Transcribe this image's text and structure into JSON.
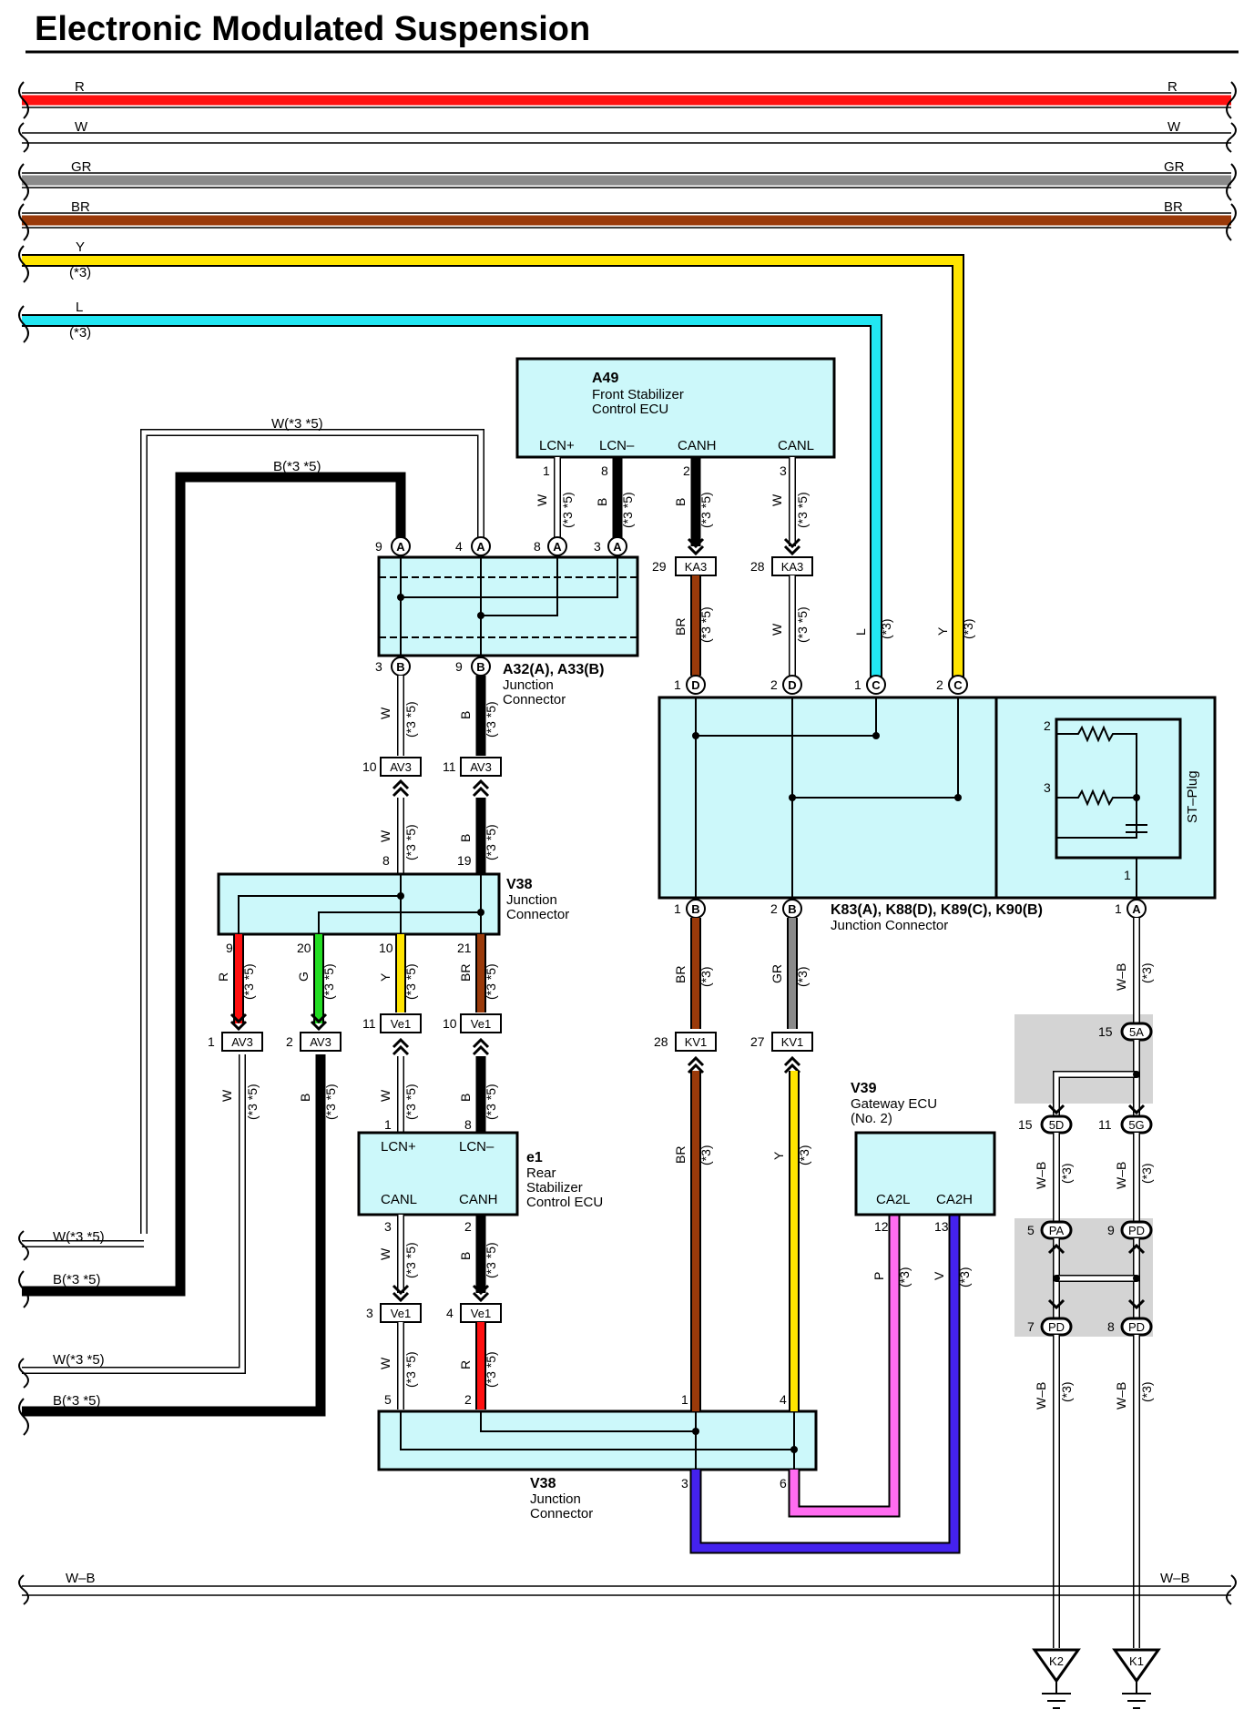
{
  "page_title": "Electronic Modulated Suspension",
  "colors": {
    "red": "#ff1010",
    "white": "#ffffff",
    "gray": "#8a8a8a",
    "brown": "#9a3a0a",
    "yellow": "#ffe400",
    "cyan": "#22e6f2",
    "black": "#000000",
    "green": "#22dd22",
    "pink": "#ff6cf0",
    "violet": "#4422ee",
    "box_fill": "#ccf8fa",
    "shade": "#d4d4d4"
  },
  "bus_wires": {
    "r": "R",
    "w": "W",
    "gr": "GR",
    "br": "BR",
    "y": "Y",
    "l": "L",
    "note3": "(*3)",
    "wb": "W–B"
  },
  "components": {
    "a49": {
      "code": "A49",
      "name1": "Front Stabilizer",
      "name2": "Control ECU",
      "pins": [
        "LCN+",
        "LCN–",
        "CANH",
        "CANL"
      ]
    },
    "a32": {
      "code": "A32(A), A33(B)",
      "name1": "Junction",
      "name2": "Connector"
    },
    "v38a": {
      "code": "V38",
      "name1": "Junction",
      "name2": "Connector"
    },
    "e1": {
      "code": "e1",
      "name1": "Rear",
      "name2": "Stabilizer",
      "name3": "Control ECU",
      "pins": [
        "LCN+",
        "LCN–",
        "CANL",
        "CANH"
      ]
    },
    "v38b": {
      "code": "V38",
      "name1": "Junction",
      "name2": "Connector"
    },
    "k83": {
      "code": "K83(A), K88(D), K89(C), K90(B)",
      "name1": "Junction Connector",
      "stplug": "ST–Plug"
    },
    "v39": {
      "code": "V39",
      "name1": "Gateway ECU",
      "name2": "(No. 2)",
      "pins": [
        "CA2L",
        "CA2H"
      ]
    }
  },
  "left_labels": {
    "w35_top": "W(*3 *5)",
    "b35_top": "B(*3 *5)",
    "w35_mid": "W(*3 *5)",
    "b35_mid": "B(*3 *5)",
    "w35_low": "W(*3 *5)",
    "b35_low": "B(*3 *5)"
  },
  "connectors": {
    "ka3": "KA3",
    "av3": "AV3",
    "ve1": "Ve1",
    "kv1": "KV1",
    "c5a": "5A",
    "c5d": "5D",
    "c5g": "5G",
    "cpa": "PA",
    "cpd": "PD",
    "k1": "K1",
    "k2": "K2"
  },
  "pin_letters": {
    "a": "A",
    "b": "B",
    "c": "C",
    "d": "D"
  },
  "wire_codes": {
    "w": "W",
    "b": "B",
    "br": "BR",
    "l": "L",
    "y": "Y",
    "r": "R",
    "g": "G",
    "gr": "GR",
    "p": "P",
    "v": "V",
    "wb": "W–B",
    "n35": "(*3 *5)",
    "n3": "(*3)"
  },
  "pin_numbers": {
    "p1": "1",
    "p2": "2",
    "p3": "3",
    "p4": "4",
    "p5": "5",
    "p6": "6",
    "p7": "7",
    "p8": "8",
    "p9": "9",
    "p10": "10",
    "p11": "11",
    "p12": "12",
    "p13": "13",
    "p15": "15",
    "p19": "19",
    "p20": "20",
    "p21": "21",
    "p27": "27",
    "p28": "28",
    "p29": "29"
  }
}
